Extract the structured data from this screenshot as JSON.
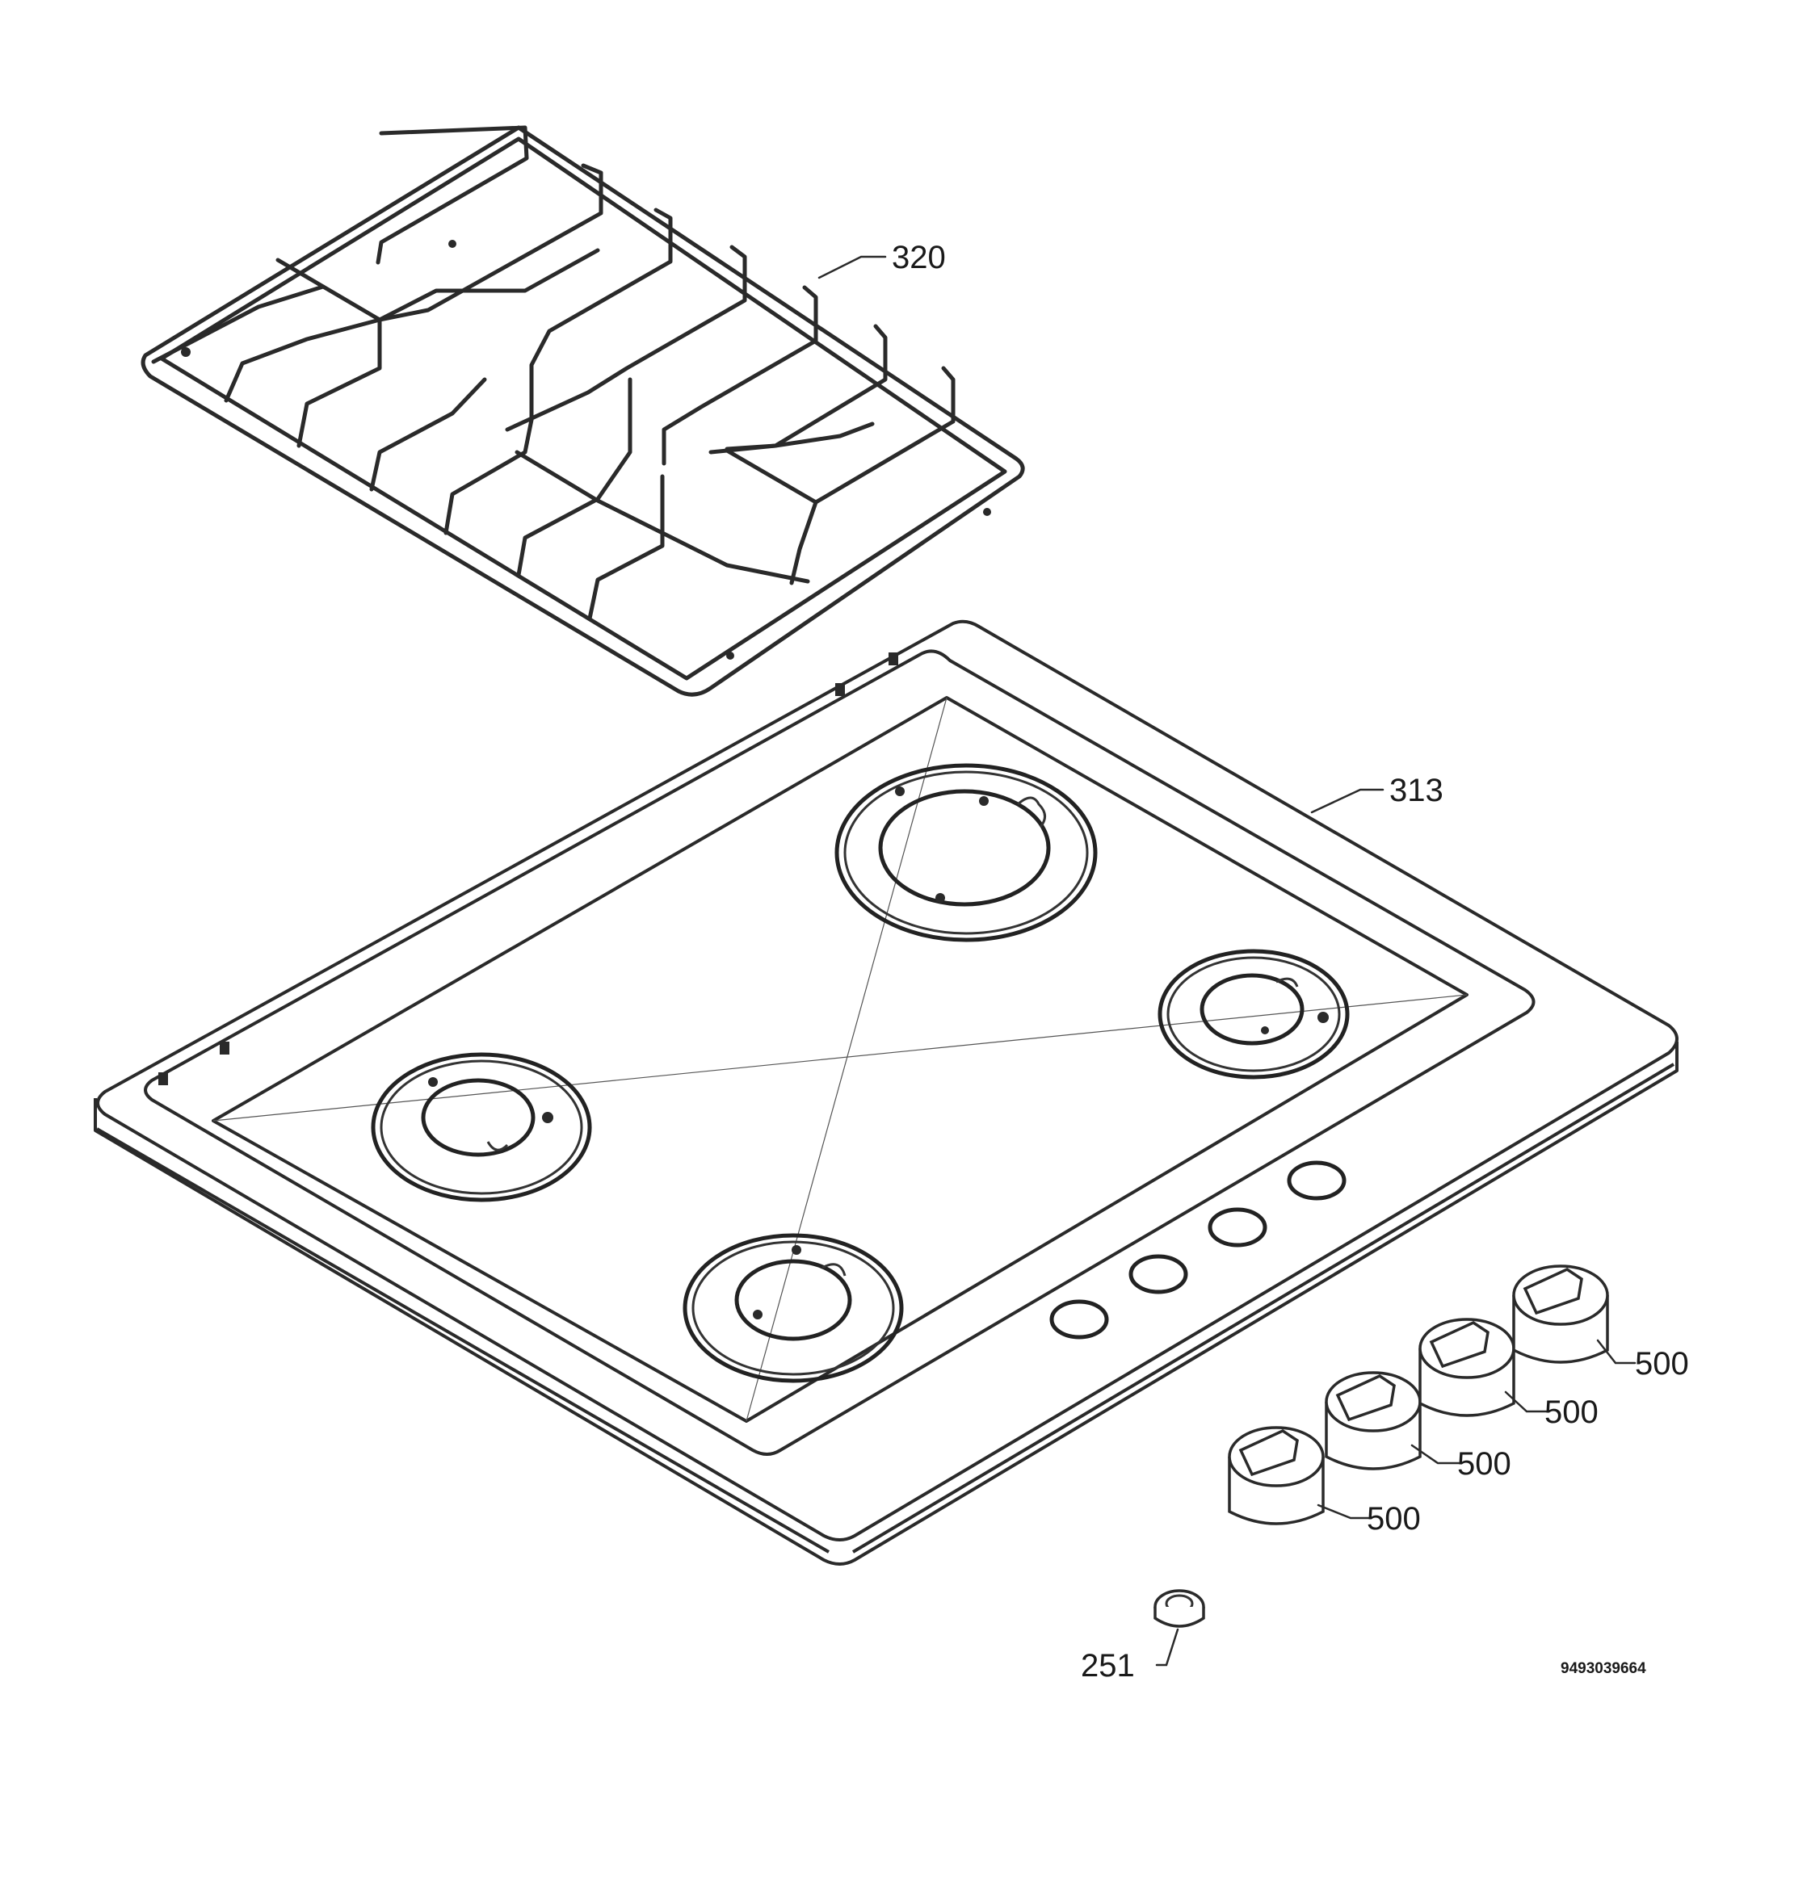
{
  "parts": {
    "pan_support": {
      "ref": "320",
      "icon": "pan-support-grid-icon"
    },
    "hob_top": {
      "ref": "313",
      "icon": "hob-top-plate-icon"
    },
    "knob_1": {
      "ref": "500",
      "icon": "control-knob-icon"
    },
    "knob_2": {
      "ref": "500",
      "icon": "control-knob-icon"
    },
    "knob_3": {
      "ref": "500",
      "icon": "control-knob-icon"
    },
    "knob_4": {
      "ref": "500",
      "icon": "control-knob-icon"
    },
    "seal_ring": {
      "ref": "251",
      "icon": "seal-ring-icon"
    }
  },
  "drawing_number": "9493039664",
  "colors": {
    "line": "#2a2a2a",
    "background": "#ffffff"
  }
}
